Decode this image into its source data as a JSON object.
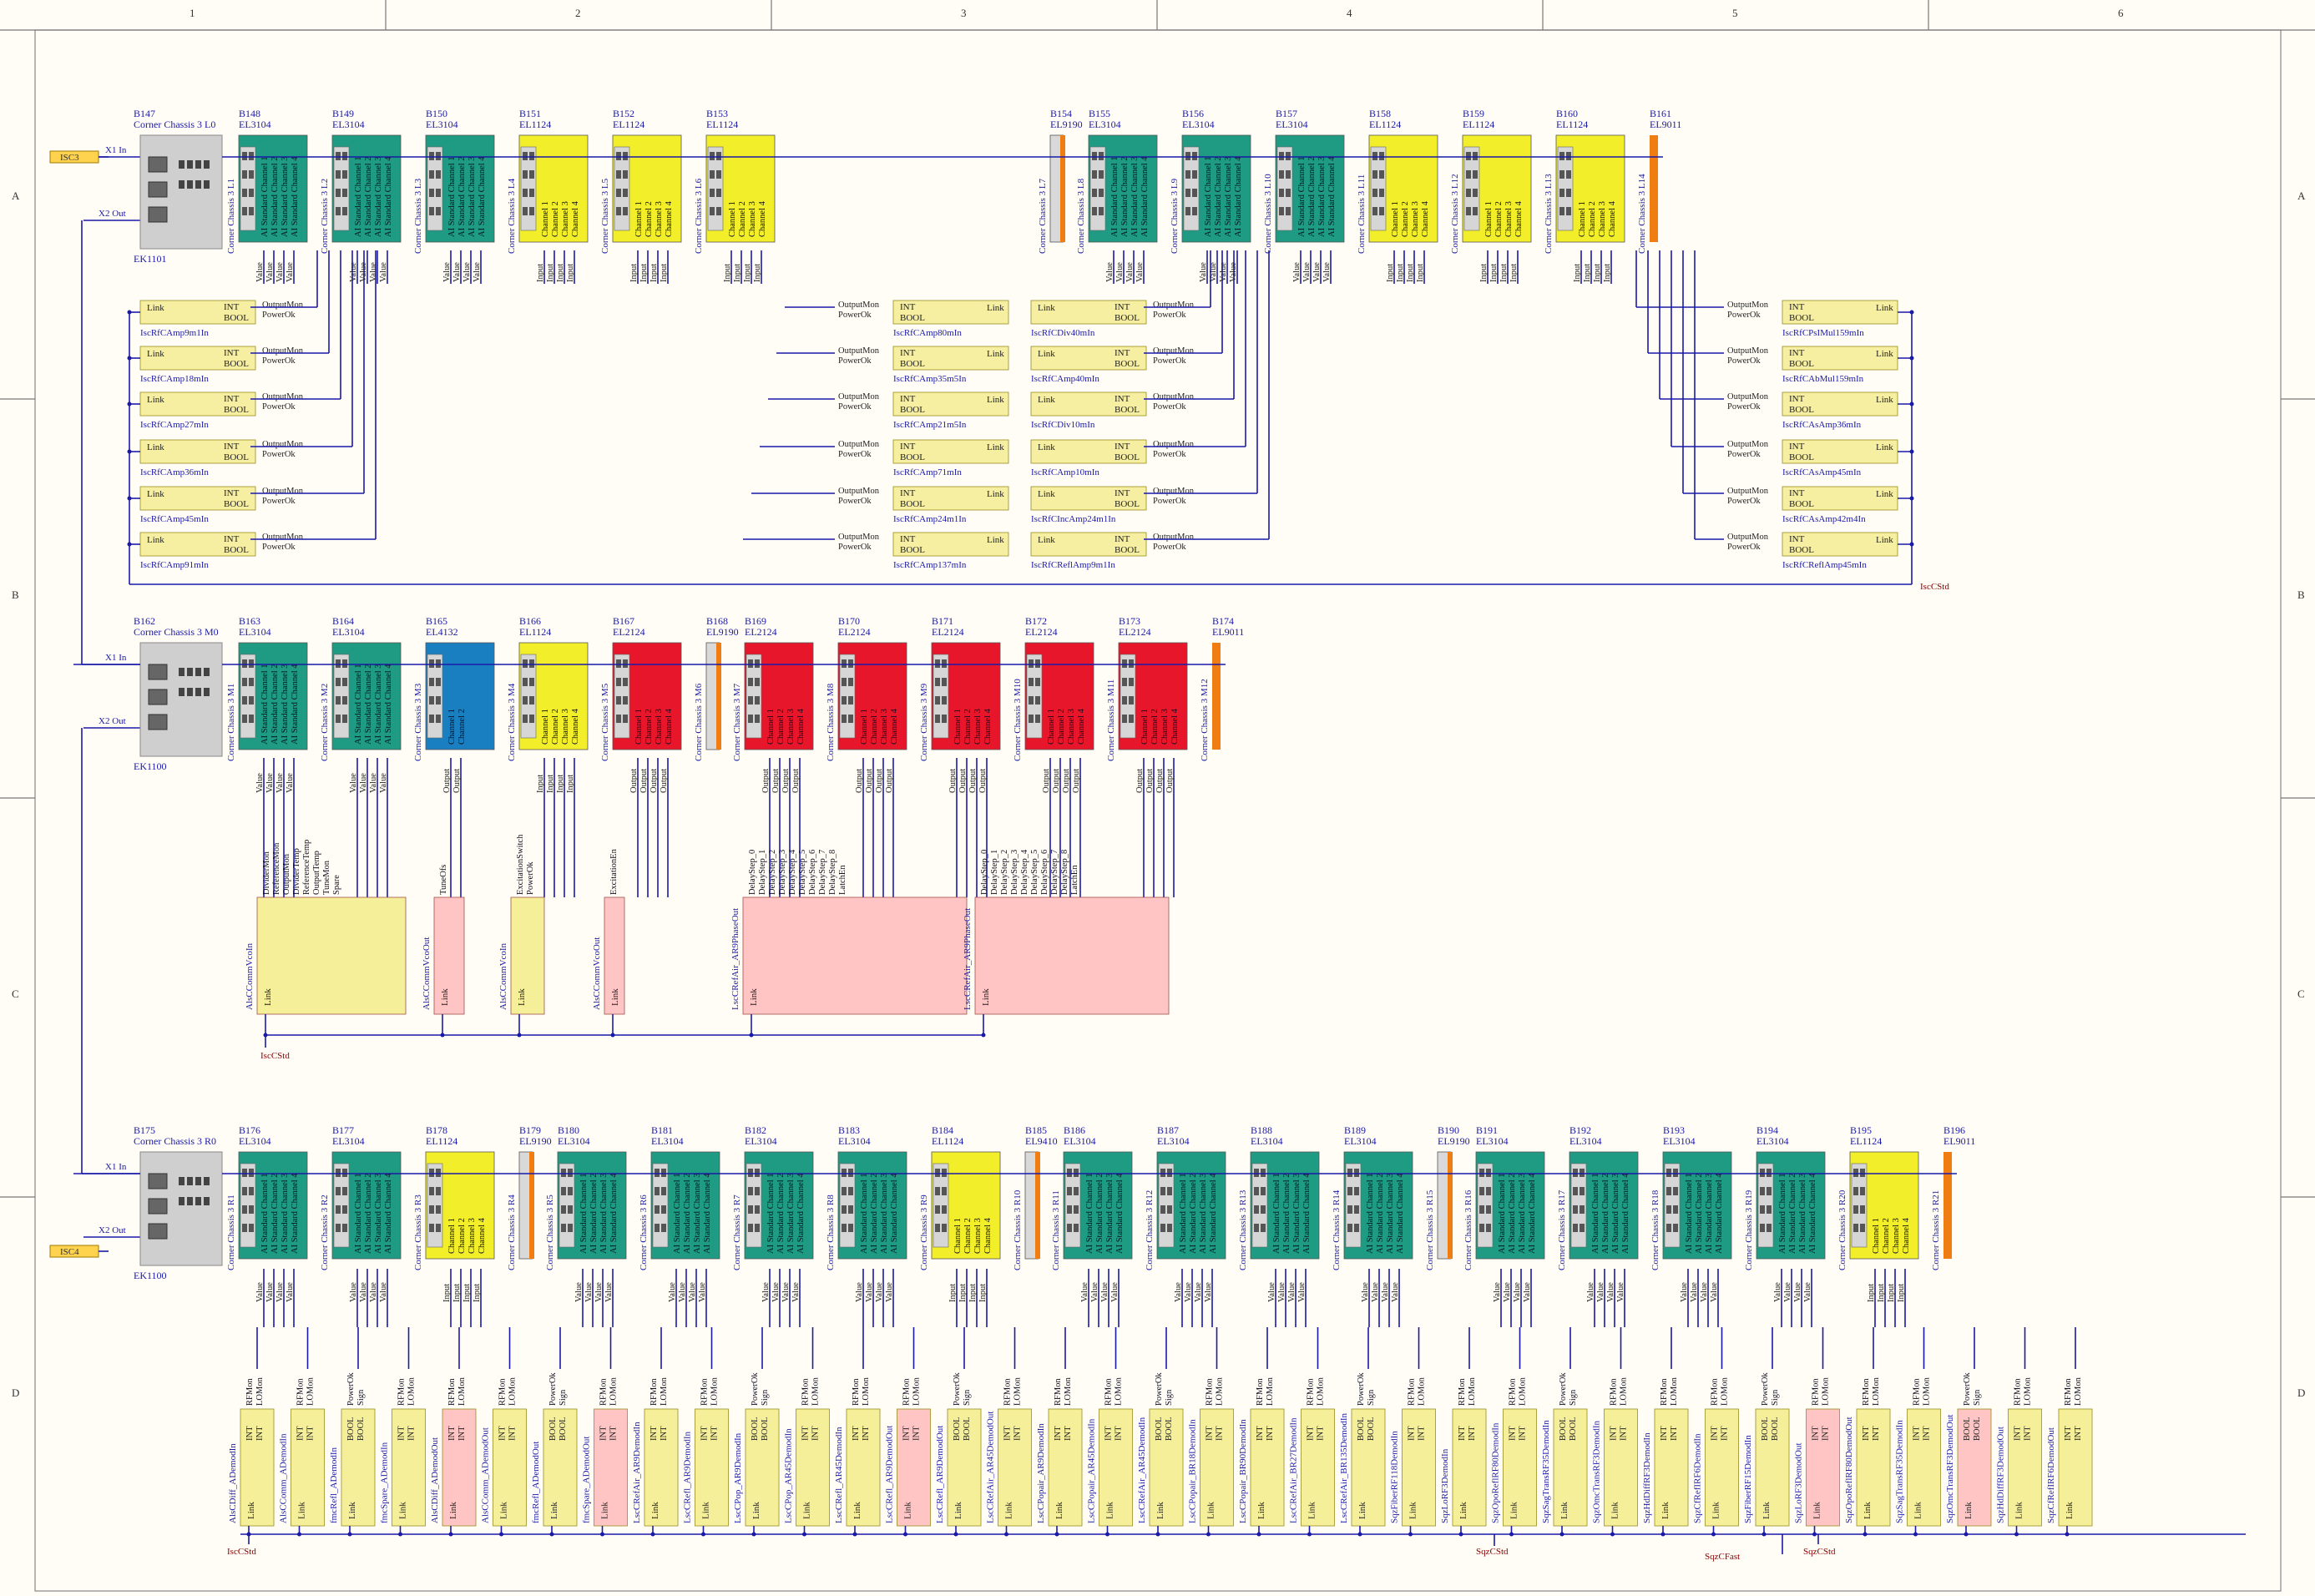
{
  "frame": {
    "columns": [
      "1",
      "2",
      "3",
      "4",
      "5",
      "6"
    ],
    "rows": [
      "A",
      "B",
      "C",
      "D"
    ]
  },
  "colors": {
    "line": "#1a1aa8",
    "label": "#1a1aa8",
    "red_label": "#8b0000",
    "teal": "#1e9b82",
    "yellow": "#f2ee2a",
    "red": "#e8162a",
    "blue": "#1a7fc0",
    "orange": "#f07d12",
    "gray": "#cfcfcf",
    "tag_yellow": "#f5ef9a",
    "tag_pink": "#ffc4c4",
    "tag_orange": "#ffd34d"
  },
  "rails": [
    {
      "couplerId": "B147",
      "couplerName": "Corner Chassis 3 L0",
      "couplerType": "EK1101",
      "inLabel": "X1 In",
      "outLabel": "X2 Out",
      "inTag": "ISC3",
      "outTag": "",
      "terms": [
        {
          "id": "B148",
          "type": "EL3104",
          "label": "Corner Chassis 3 L1",
          "kind": "ai"
        },
        {
          "id": "B149",
          "type": "EL3104",
          "label": "Corner Chassis 3 L2",
          "kind": "ai"
        },
        {
          "id": "B150",
          "type": "EL3104",
          "label": "Corner Chassis 3 L3",
          "kind": "ai"
        },
        {
          "id": "B151",
          "type": "EL1124",
          "label": "Corner Chassis 3 L4",
          "kind": "di"
        },
        {
          "id": "B152",
          "type": "EL1124",
          "label": "Corner Chassis 3 L5",
          "kind": "di"
        },
        {
          "id": "B153",
          "type": "EL1124",
          "label": "Corner Chassis 3 L6",
          "kind": "di"
        },
        {
          "id": "B154",
          "type": "EL9190",
          "label": "Corner Chassis 3 L7",
          "kind": "pwr",
          "gap": true
        },
        {
          "id": "B155",
          "type": "EL3104",
          "label": "Corner Chassis 3 L8",
          "kind": "ai"
        },
        {
          "id": "B156",
          "type": "EL3104",
          "label": "Corner Chassis 3 L9",
          "kind": "ai"
        },
        {
          "id": "B157",
          "type": "EL3104",
          "label": "Corner Chassis 3 L10",
          "kind": "ai"
        },
        {
          "id": "B158",
          "type": "EL1124",
          "label": "Corner Chassis 3 L11",
          "kind": "di"
        },
        {
          "id": "B159",
          "type": "EL1124",
          "label": "Corner Chassis 3 L12",
          "kind": "di"
        },
        {
          "id": "B160",
          "type": "EL1124",
          "label": "Corner Chassis 3 L13",
          "kind": "di"
        },
        {
          "id": "B161",
          "type": "EL9011",
          "label": "Corner Chassis 3 L14",
          "kind": "end"
        }
      ]
    },
    {
      "couplerId": "B162",
      "couplerName": "Corner Chassis 3 M0",
      "couplerType": "EK1100",
      "inLabel": "X1 In",
      "outLabel": "X2 Out",
      "inTag": "",
      "outTag": "",
      "terms": [
        {
          "id": "B163",
          "type": "EL3104",
          "label": "Corner Chassis 3 M1",
          "kind": "ai"
        },
        {
          "id": "B164",
          "type": "EL3104",
          "label": "Corner Chassis 3 M2",
          "kind": "ai"
        },
        {
          "id": "B165",
          "type": "EL4132",
          "label": "Corner Chassis 3 M3",
          "kind": "ao"
        },
        {
          "id": "B166",
          "type": "EL1124",
          "label": "Corner Chassis 3 M4",
          "kind": "di"
        },
        {
          "id": "B167",
          "type": "EL2124",
          "label": "Corner Chassis 3 M5",
          "kind": "do"
        },
        {
          "id": "B168",
          "type": "EL9190",
          "label": "Corner Chassis 3 M6",
          "kind": "pwr"
        },
        {
          "id": "B169",
          "type": "EL2124",
          "label": "Corner Chassis 3 M7",
          "kind": "do"
        },
        {
          "id": "B170",
          "type": "EL2124",
          "label": "Corner Chassis 3 M8",
          "kind": "do"
        },
        {
          "id": "B171",
          "type": "EL2124",
          "label": "Corner Chassis 3 M9",
          "kind": "do"
        },
        {
          "id": "B172",
          "type": "EL2124",
          "label": "Corner Chassis 3 M10",
          "kind": "do"
        },
        {
          "id": "B173",
          "type": "EL2124",
          "label": "Corner Chassis 3 M11",
          "kind": "do"
        },
        {
          "id": "B174",
          "type": "EL9011",
          "label": "Corner Chassis 3 M12",
          "kind": "end"
        }
      ]
    },
    {
      "couplerId": "B175",
      "couplerName": "Corner Chassis 3 R0",
      "couplerType": "EK1100",
      "inLabel": "X1 In",
      "outLabel": "X2 Out",
      "inTag": "",
      "outTag": "ISC4",
      "terms": [
        {
          "id": "B176",
          "type": "EL3104",
          "label": "Corner Chassis 3 R1",
          "kind": "ai"
        },
        {
          "id": "B177",
          "type": "EL3104",
          "label": "Corner Chassis 3 R2",
          "kind": "ai"
        },
        {
          "id": "B178",
          "type": "EL1124",
          "label": "Corner Chassis 3 R3",
          "kind": "di"
        },
        {
          "id": "B179",
          "type": "EL9190",
          "label": "Corner Chassis 3 R4",
          "kind": "pwr"
        },
        {
          "id": "B180",
          "type": "EL3104",
          "label": "Corner Chassis 3 R5",
          "kind": "ai"
        },
        {
          "id": "B181",
          "type": "EL3104",
          "label": "Corner Chassis 3 R6",
          "kind": "ai"
        },
        {
          "id": "B182",
          "type": "EL3104",
          "label": "Corner Chassis 3 R7",
          "kind": "ai"
        },
        {
          "id": "B183",
          "type": "EL3104",
          "label": "Corner Chassis 3 R8",
          "kind": "ai"
        },
        {
          "id": "B184",
          "type": "EL1124",
          "label": "Corner Chassis 3 R9",
          "kind": "di"
        },
        {
          "id": "B185",
          "type": "EL9410",
          "label": "Corner Chassis 3 R10",
          "kind": "pwr"
        },
        {
          "id": "B186",
          "type": "EL3104",
          "label": "Corner Chassis 3 R11",
          "kind": "ai"
        },
        {
          "id": "B187",
          "type": "EL3104",
          "label": "Corner Chassis 3 R12",
          "kind": "ai"
        },
        {
          "id": "B188",
          "type": "EL3104",
          "label": "Corner Chassis 3 R13",
          "kind": "ai"
        },
        {
          "id": "B189",
          "type": "EL3104",
          "label": "Corner Chassis 3 R14",
          "kind": "ai"
        },
        {
          "id": "B190",
          "type": "EL9190",
          "label": "Corner Chassis 3 R15",
          "kind": "pwr"
        },
        {
          "id": "B191",
          "type": "EL3104",
          "label": "Corner Chassis 3 R16",
          "kind": "ai"
        },
        {
          "id": "B192",
          "type": "EL3104",
          "label": "Corner Chassis 3 R17",
          "kind": "ai"
        },
        {
          "id": "B193",
          "type": "EL3104",
          "label": "Corner Chassis 3 R18",
          "kind": "ai"
        },
        {
          "id": "B194",
          "type": "EL3104",
          "label": "Corner Chassis 3 R19",
          "kind": "ai"
        },
        {
          "id": "B195",
          "type": "EL1124",
          "label": "Corner Chassis 3 R20",
          "kind": "di"
        },
        {
          "id": "B196",
          "type": "EL9011",
          "label": "Corner Chassis 3 R21",
          "kind": "end"
        }
      ]
    }
  ],
  "channelText": {
    "ai": [
      "AI Standard Channel 1",
      "AI Standard Channel 2",
      "AI Standard Channel 3",
      "AI Standard Channel 4"
    ],
    "di": [
      "Channel 1",
      "Channel 2",
      "Channel 3",
      "Channel 4"
    ],
    "do": [
      "Channel 1",
      "Channel 2",
      "Channel 3",
      "Channel 4"
    ],
    "ao": [
      "Channel 1",
      "Channel 2"
    ]
  },
  "pinText": {
    "ai": "Value",
    "di": "Input",
    "do": "Output",
    "ao": "Output"
  },
  "tagParts": {
    "int": "INT",
    "bool": "BOOL",
    "link": "Link",
    "outputMon": "OutputMon",
    "powerOk": "PowerOk"
  },
  "topLeftTags": [
    "IscRfCAmp9m1In",
    "IscRfCAmp18mIn",
    "IscRfCAmp27mIn",
    "IscRfCAmp36mIn",
    "IscRfCAmp45mIn",
    "IscRfCAmp91mIn"
  ],
  "topMidTags": [
    "IscRfCAmp80mIn",
    "IscRfCAmp35m5In",
    "IscRfCAmp21m5In",
    "IscRfCAmp71mIn",
    "IscRfCAmp24m1In",
    "IscRfCAmp137mIn"
  ],
  "topMid2Tags": [
    "IscRfCDiv40mIn",
    "IscRfCAmp40mIn",
    "IscRfCDiv10mIn",
    "IscRfCAmp10mIn",
    "IscRfCIncAmp24m1In",
    "IscRfCReflAmp9m1In"
  ],
  "topRightTags": [
    "IscRfCPsIMul159mIn",
    "IscRfCAbMul159mIn",
    "IscRfCAsAmp36mIn",
    "IscRfCAsAmp45mIn",
    "IscRfCAsAmp42m4In",
    "IscRfCReflAmp45mIn"
  ],
  "stdTags": {
    "top": "IscCStd",
    "mid": "IscCStd",
    "bl": "IscCStd",
    "br1": "SqzCStd",
    "br2": "SqzCFast",
    "br3": "SqzCStd"
  },
  "midGroups": [
    {
      "name": "AlsCCommVcoIn",
      "signals": [
        "DividerMon",
        "ReferenceMon",
        "OutputMon",
        "DividerTemp",
        "ReferenceTemp",
        "OutputTemp",
        "TuneMon",
        "Spare"
      ]
    },
    {
      "name": "AlsCCommVcoOut",
      "signals": [
        "TuneOfs"
      ]
    },
    {
      "name": "AlsCCommVcoIn",
      "signals": [
        "ExcitationSwitch",
        "PowerOk"
      ]
    },
    {
      "name": "AlsCCommVcoOut",
      "signals": [
        "ExcitationEn"
      ]
    },
    {
      "name": "LscCRefAir_AR9PhaseOut",
      "signals": [
        "DelayStep_0",
        "DelayStep_1",
        "DelayStep_2",
        "DelayStep_3",
        "DelayStep_4",
        "DelayStep_5",
        "DelayStep_6",
        "DelayStep_7",
        "DelayStep_8",
        "LatchEn"
      ]
    },
    {
      "name": "LscCRefAir_AR9PhaseOut",
      "signals": [
        "DelayStep_0",
        "DelayStep_1",
        "DelayStep_2",
        "DelayStep_3",
        "DelayStep_4",
        "DelayStep_5",
        "DelayStep_6",
        "DelayStep_7",
        "DelayStep_8",
        "LatchEn"
      ]
    }
  ],
  "bottomSignals": {
    "rfMon": "RFMon",
    "loMon": "LOMon",
    "powerOk": "PowerOk",
    "sign": "Sign"
  },
  "bottomTags": [
    "AlsCDiff_ADemodIn",
    "AlsCComm_ADemodIn",
    "fmcRefl_ADemodIn",
    "fmcSpare_ADemodIn",
    "AlsCDiff_ADemodOut",
    "AlsCComm_ADemodOut",
    "fmcRefl_ADemodOut",
    "fmcSpare_ADemodOut",
    "LscCRefAir_AR9DemodIn",
    "LscCRefl_AR9DemodIn",
    "LscCPop_AR9DemodIn",
    "LscCPop_AR45DemodIn",
    "LscCRefl_AR45DemodIn",
    "LscCRefl_AR9DemodOut",
    "LscCRefl_AR9DemodOut",
    "LscCRefAir_AR45DemodOut",
    "LscCPopair_AR9DemodIn",
    "LscCPopair_AR45DemodIn",
    "LscCRefAir_AR45DemodIn",
    "LscCPopair_BR18DemodIn",
    "LscCPopair_BR90DemodIn",
    "LscCRefAir_BR27DemodIn",
    "LscCRefAir_BR135DemodIn",
    "SqzFiberRF118DemodIn",
    "SqzLoRF3DemodIn",
    "SqzOpoReflRF80DemodIn",
    "SqzSagTransRF35DemodIn",
    "SqzOmcTransRF3DemodIn",
    "SqzHdDiffRF3DemodIn",
    "SqzCfRefIRF6DemodIn",
    "SqzFiberRF15DemodIn",
    "SqzLoRF3DemodOut",
    "SqzOpoReflRF80DemodOut",
    "SqzSagTransRF35DemodIn",
    "SqzOmcTransRF3DemodOut",
    "SqzHdDiffRF3DemodOut",
    "SqzCfRefIRF6DemodOut"
  ]
}
